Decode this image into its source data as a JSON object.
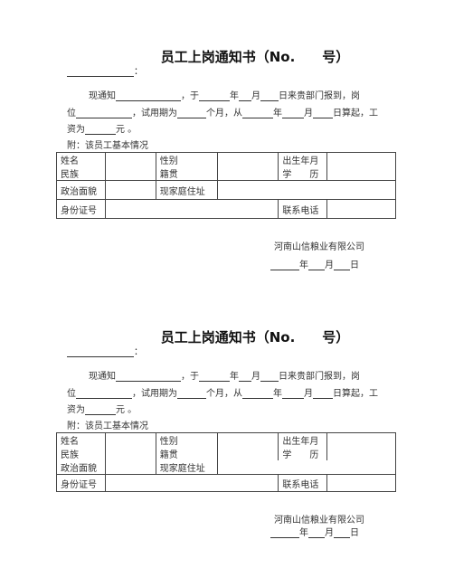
{
  "notices": [
    {
      "title": "员工上岗通知书（No.　　号）",
      "addressee_colon": "：",
      "body": {
        "t1": "现通知",
        "t2": "，于",
        "t3": "年",
        "t4": "月",
        "t5": "日来贵部门报到，岗",
        "t6": "位",
        "t7": "，试用期为",
        "t8": "个月，从",
        "t9": "年",
        "t10": "月",
        "t11": "日算起，工",
        "t12": "资为",
        "t13": "元 。"
      },
      "attachment": "附：该员工基本情况",
      "table": {
        "name": "姓名",
        "ethnicity": "民族",
        "gender": "性别",
        "native_place": "籍贯",
        "birth": "出生年月",
        "education": "学　　历",
        "political": "政治面貌",
        "address": "现家庭住址",
        "id_no": "身份证号",
        "phone": "联系电话"
      },
      "company": "河南山信粮业有限公司",
      "date": {
        "y": "年",
        "m": "月",
        "d": "日"
      }
    },
    {
      "title": "员工上岗通知书（No.　　号）",
      "addressee_colon": "：",
      "body": {
        "t1": "现通知",
        "t2": "，于",
        "t3": "年",
        "t4": "月",
        "t5": "日来贵部门报到，岗",
        "t6": "位",
        "t7": "，试用期为",
        "t8": "个月，从",
        "t9": "年",
        "t10": "月",
        "t11": "日算起，工",
        "t12": "资为",
        "t13": "元 。"
      },
      "attachment": "附：该员工基本情况",
      "table": {
        "name": "姓名",
        "ethnicity": "民族",
        "gender": "性别",
        "native_place": "籍贯",
        "birth": "出生年月",
        "education": "学　　历",
        "political": "政治面貌",
        "address": "现家庭住址",
        "id_no": "身份证号",
        "phone": "联系电话"
      },
      "company": "河南山信粮业有限公司",
      "date": {
        "y": "年",
        "m": "月",
        "d": "日"
      }
    }
  ]
}
